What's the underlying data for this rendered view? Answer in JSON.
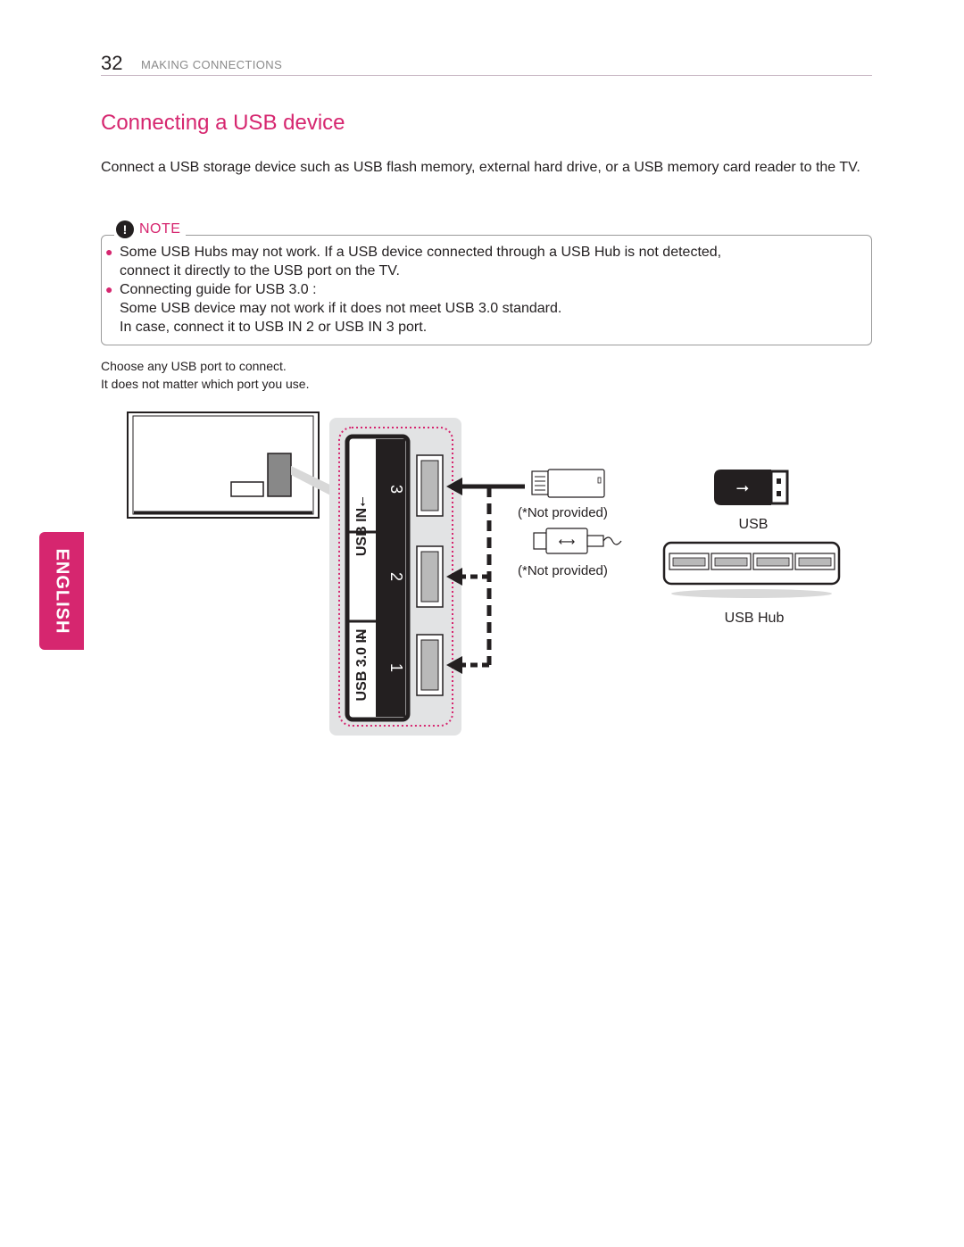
{
  "header": {
    "page_number": "32",
    "section": "MAKING CONNECTIONS"
  },
  "title": "Connecting a USB device",
  "intro": "Connect a USB storage device such as USB flash memory, external hard drive, or a USB memory card reader to the TV.",
  "note": {
    "label": "NOTE",
    "icon": "exclamation-icon",
    "items": [
      {
        "lines": [
          "Some USB Hubs may not work. If a USB device connected through a USB Hub is not detected,",
          "connect it directly to the USB port on the TV."
        ]
      },
      {
        "lines": [
          "Connecting guide for USB 3.0 :",
          "Some USB device may not work if it does not meet USB 3.0 standard.",
          "In case, connect it to USB IN 2 or USB IN 3 port."
        ]
      }
    ]
  },
  "guide": {
    "line1": "Choose any USB port to connect.",
    "line2": "It does not matter which port you use."
  },
  "side_tab": "ENGLISH",
  "diagram": {
    "panel": {
      "label_usb_in": "USB IN",
      "label_usb30_in": "USB 3.0 IN",
      "port_numbers": [
        "3",
        "2",
        "1"
      ]
    },
    "not_provided_1": "(*Not provided)",
    "not_provided_2": "(*Not provided)",
    "usb_label": "USB",
    "usb_hub_label": "USB Hub"
  },
  "colors": {
    "accent": "#d6266f",
    "text": "#231f20",
    "rule": "#c8b6c3"
  }
}
